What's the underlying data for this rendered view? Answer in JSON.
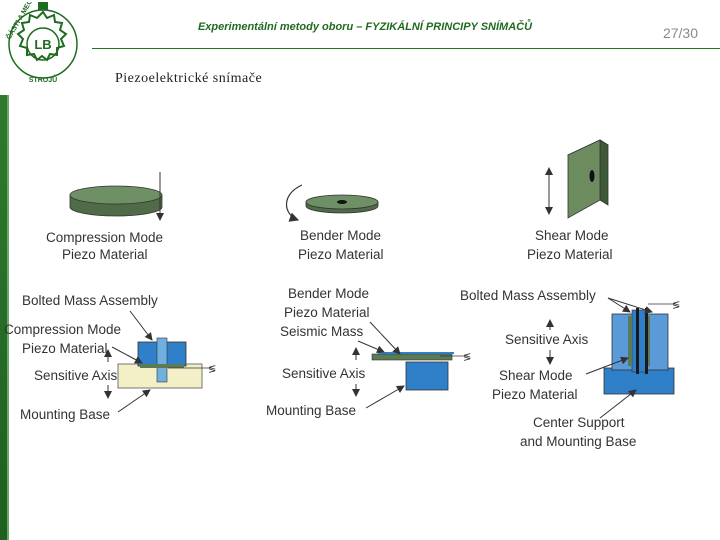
{
  "header": {
    "title": "Experimentální metody oboru – FYZIKÁLNÍ PRINCIPY SNÍMAČŮ",
    "page": "27/30"
  },
  "logo": {
    "text_arc": "ČÁSTI A MECHANISMY",
    "text_bottom": "STROJŮ",
    "monogram": "LB"
  },
  "subtitle": "Piezoelektrické snímače",
  "diagram": {
    "compression_top_l1": "Compression Mode",
    "compression_top_l2": "Piezo Material",
    "bender_top_l1": "Bender Mode",
    "bender_top_l2": "Piezo Material",
    "shear_top_l1": "Shear Mode",
    "shear_top_l2": "Piezo Material",
    "left_bolted": "Bolted Mass Assembly",
    "left_comp_l1": "Compression Mode",
    "left_comp_l2": "Piezo Material",
    "left_axis": "Sensitive Axis",
    "left_base": "Mounting Base",
    "mid_bender_l1": "Bender Mode",
    "mid_bender_l2": "Piezo Material",
    "mid_seismic": "Seismic Mass",
    "mid_axis": "Sensitive Axis",
    "mid_base": "Mounting Base",
    "right_bolted": "Bolted Mass Assembly",
    "right_axis": "Sensitive Axis",
    "right_shear_l1": "Shear Mode",
    "right_shear_l2": "Piezo Material",
    "right_center_l1": "Center Support",
    "right_center_l2": "and Mounting Base"
  },
  "colors": {
    "accent_green": "#1f6b1f",
    "piezo_green": "#5b7a55",
    "mass_blue": "#2f7fc9",
    "base_cream": "#f3f0c8"
  }
}
